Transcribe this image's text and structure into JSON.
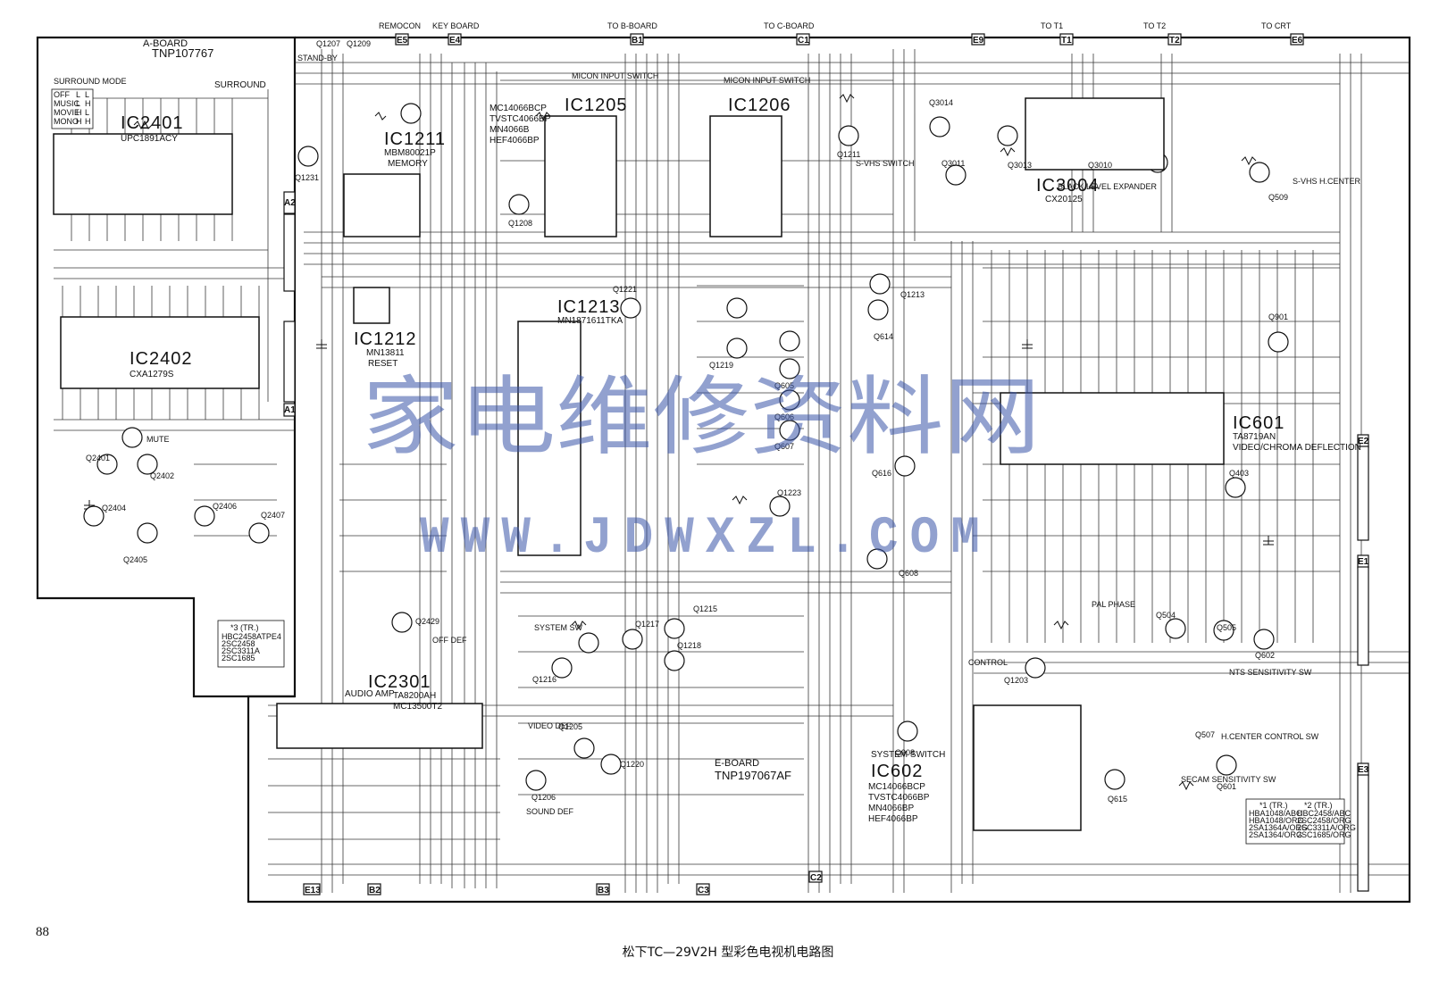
{
  "page_number": "88",
  "caption": "松下TC—29V2H 型彩色电视机电路图",
  "watermark": {
    "chinese": "家电维修资料网",
    "url": "WWW.JDWXZL.COM",
    "color": "#3a55a8"
  },
  "boards": {
    "a_board": {
      "label": "A-BOARD",
      "part": "TNP107767"
    },
    "e_board": {
      "label": "E-BOARD",
      "part": "TNP197067AF"
    }
  },
  "ics": [
    {
      "name": "IC2401",
      "part": "UPC1891ACY",
      "note": "SURROUND"
    },
    {
      "name": "IC2402",
      "part": "CXA1279S",
      "note": ""
    },
    {
      "name": "IC1211",
      "part": "MBM80021P",
      "note": "MEMORY"
    },
    {
      "name": "IC1212",
      "part": "MN13811",
      "note": "RESET"
    },
    {
      "name": "IC1205",
      "part": "",
      "note": ""
    },
    {
      "name": "IC1206",
      "part": "",
      "note": ""
    },
    {
      "name": "IC1213",
      "part": "MN1871611TKA",
      "note": ""
    },
    {
      "name": "IC3004",
      "part": "CX20125",
      "note": ""
    },
    {
      "name": "IC601",
      "part": "TA8719AN",
      "note": "VIDEO/CHROMA DEFLECTION"
    },
    {
      "name": "IC2301",
      "part": "TA8200AH",
      "note": "AUDIO AMP"
    },
    {
      "name": "IC602",
      "part": "MC14066BCP",
      "note": "SYSTEM SWITCH"
    }
  ],
  "ic1205_parts": [
    "MC14066BCP",
    "TVSTC4066BP",
    "MN4066B",
    "HEF4066BP"
  ],
  "ic602_parts": [
    "MC14066BCP",
    "TVSTC4066BP",
    "MN4066BP",
    "HEF4066BP"
  ],
  "ic2301_alt": "MC13500T2",
  "blocks": [
    "MICON INPUT SWITCH",
    "MICON INPUT SWITCH",
    "STAND-BY",
    "S-VHS SWITCH",
    "BLACK LEVEL EXPANDER",
    "S-VHS H.CENTER",
    "SOUND DEF",
    "VIDEO DEF",
    "SYSTEM SW",
    "OFF DEF",
    "SECAM SENSITIVITY SW",
    "H.CENTER CONTROL SW",
    "NTS SENSITIVITY SW",
    "CONTROL",
    "PAL PHASE",
    "MUTE"
  ],
  "transistors": [
    "Q1207",
    "Q1209",
    "Q1231",
    "Q1208",
    "Q1211",
    "Q2401",
    "Q2402",
    "Q2404",
    "Q2405",
    "Q2406",
    "Q2407",
    "Q2429",
    "Q1213",
    "Q1219",
    "Q1221",
    "Q605",
    "Q606",
    "Q607",
    "Q614",
    "Q616",
    "Q1223",
    "Q1215",
    "Q1216",
    "Q1217",
    "Q1218",
    "Q1205",
    "Q1206",
    "Q1220",
    "Q1203",
    "Q908",
    "Q615",
    "Q601",
    "Q602",
    "Q504",
    "Q505",
    "Q507",
    "Q509",
    "Q901",
    "Q403",
    "Q3010",
    "Q3011",
    "Q3013",
    "Q3014",
    "Q608"
  ],
  "connectors_top": [
    "E5",
    "E4",
    "B1",
    "C1",
    "E9",
    "T1",
    "T2",
    "E6"
  ],
  "connectors_bottom": [
    "E13",
    "B2",
    "B3",
    "C3",
    "C2"
  ],
  "connectors_right": [
    "E2",
    "E1",
    "E3"
  ],
  "connectors_left": [
    "A2",
    "A1"
  ],
  "top_connector_caption": [
    "REMOCON",
    "KEY BOARD",
    "TO B-BOARD",
    "TO C-BOARD",
    "TO T2",
    "TO T1",
    "TO CRT"
  ],
  "tr_table": {
    "title_1": "*1 (TR.)",
    "title_2": "*2 (TR.)",
    "title_3": "*3 (TR.)",
    "col1": [
      "HBA1048/ABC",
      "HBA1048/ORG",
      "2SA1364A/ORG",
      "2SA1364/ORG"
    ],
    "col2": [
      "HBC2458/ABC",
      "2SC2458/ORG",
      "2SC3311A/ORG",
      "2SC1685/ORG"
    ],
    "col3": [
      "HBC2458ATPE4",
      "2SC2458",
      "2SC3311A",
      "2SC1685"
    ]
  },
  "surround_mode": {
    "title": "SURROUND MODE",
    "rows": [
      [
        "OFF",
        "L",
        "L"
      ],
      [
        "MUSIC",
        "L",
        "H"
      ],
      [
        "MOVIE",
        "H",
        "L"
      ],
      [
        "MONO",
        "H",
        "H"
      ]
    ]
  }
}
